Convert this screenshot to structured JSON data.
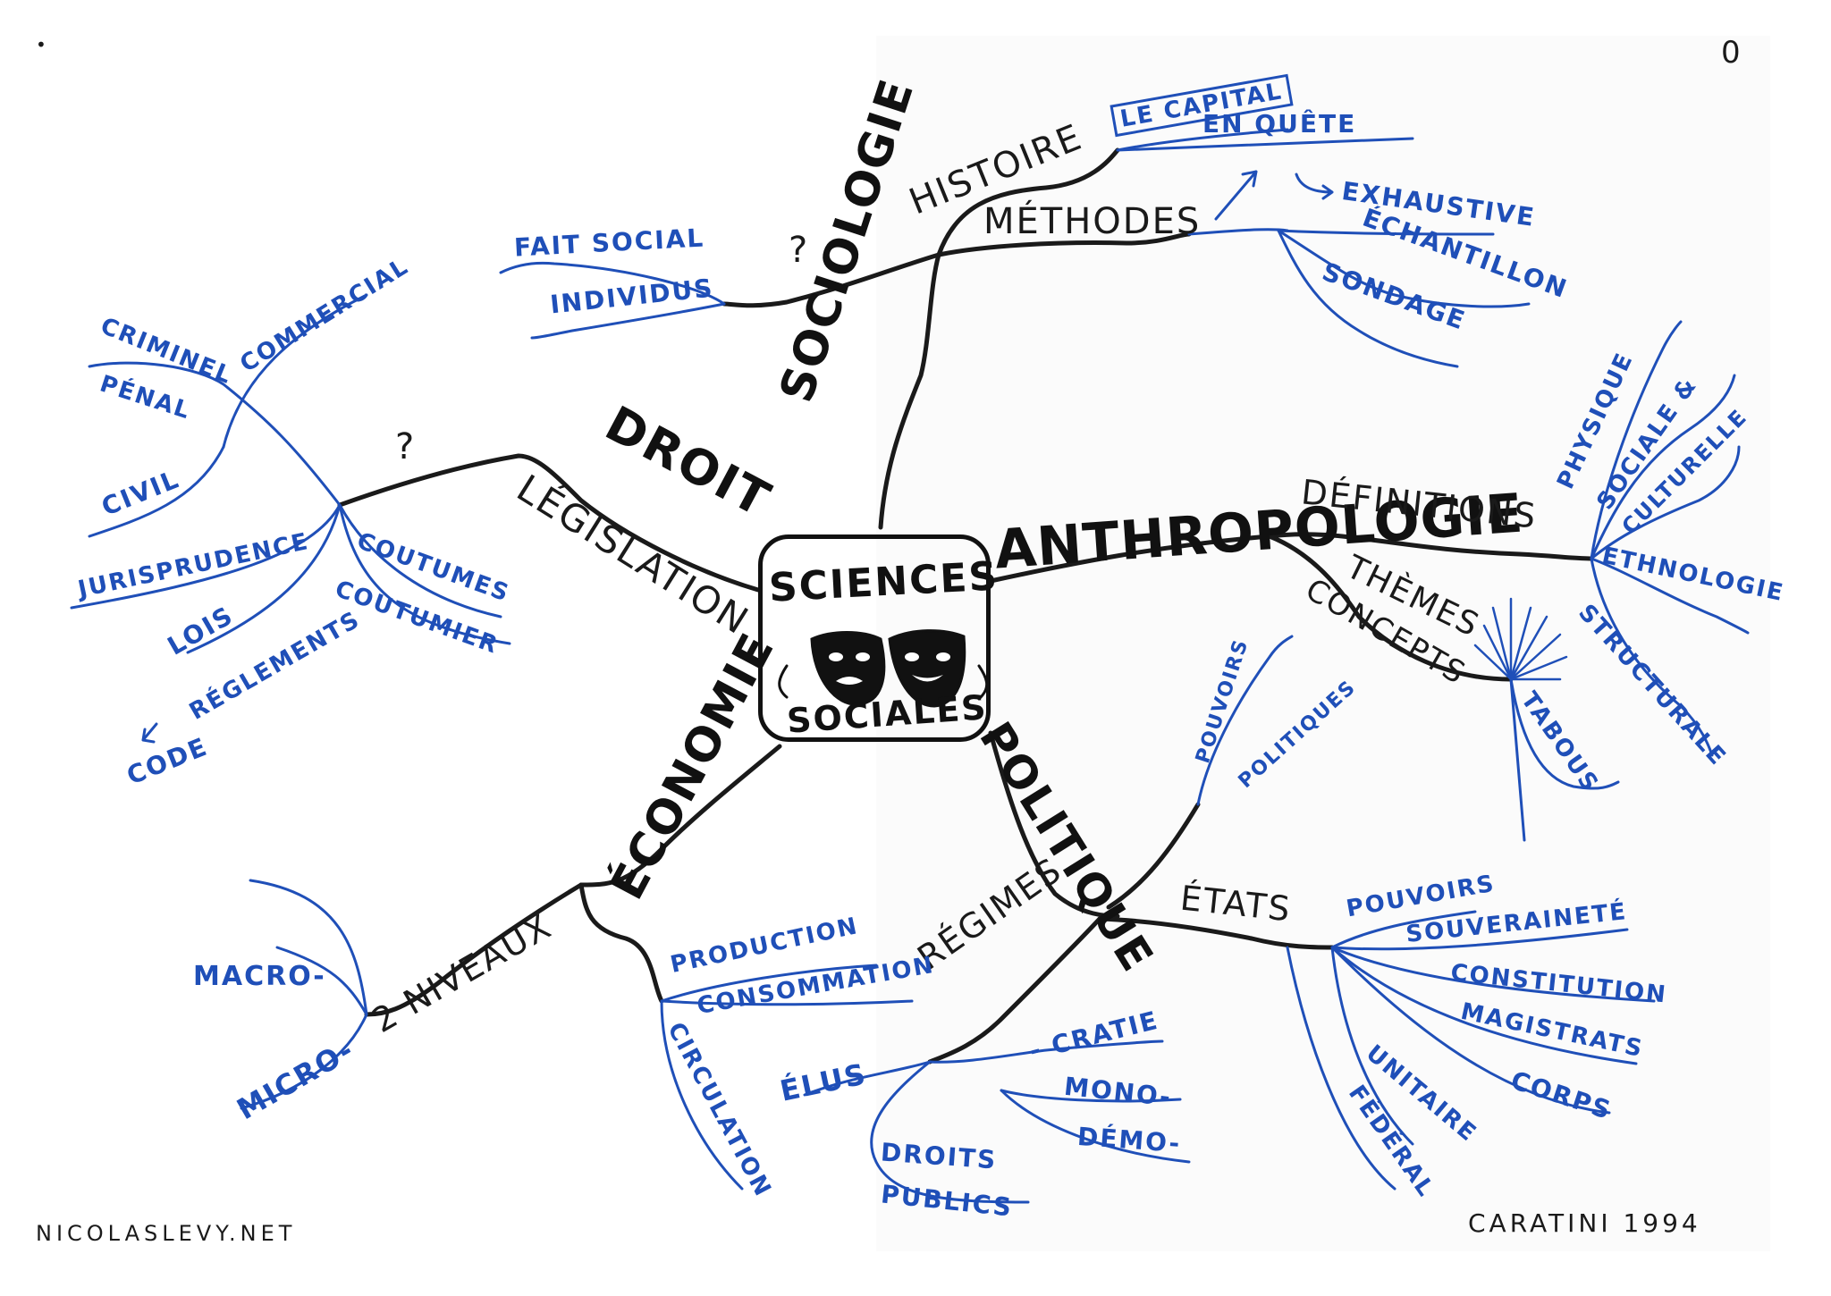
{
  "page_marker": "0",
  "center": {
    "line1": "SCIENCES",
    "line2": "SOCIALES"
  },
  "branches": {
    "sociologie": "SOCIOLOGIE",
    "anthropologie": "ANTHROPOLOGIE",
    "politique": "POLITIQUE",
    "economie": "ÉCONOMIE",
    "droit": "DROIT",
    "legislation": "LÉGISLATION"
  },
  "sociologie": {
    "histoire": "HISTOIRE",
    "methodes": "MÉTHODES",
    "question": "?",
    "le_capital": "LE CAPITAL",
    "enquete": "EN QUÊTE",
    "exhaustive": "EXHAUSTIVE",
    "echantillon": "ÉCHANTILLON",
    "sondage": "SONDAGE",
    "fait_social": "FAIT SOCIAL",
    "individus": "INDIVIDUS"
  },
  "droit": {
    "question": "?",
    "criminel": "CRIMINEL",
    "penal": "PÉNAL",
    "commercial": "COMMERCIAL",
    "civil": "CIVIL",
    "jurisprudence": "JURISPRUDENCE",
    "coutumes": "COUTUMES",
    "coutumier": "COUTUMIER",
    "lois": "LOIS",
    "reglements": "RÉGLEMENTS",
    "code": "CODE"
  },
  "anthropologie": {
    "definitions": "DÉFINITIONS",
    "themes": "THÈMES",
    "concepts": "CONCEPTS",
    "physique": "PHYSIQUE",
    "sociale": "SOCIALE &",
    "culturelle": "CULTURELLE",
    "ethnologie": "ETHNOLOGIE",
    "structurale": "STRUCTURALE",
    "tabous": "TABOUS"
  },
  "politique": {
    "etats": "ÉTATS",
    "regimes": "RÉGIMES",
    "pouvoirs": "POUVOIRS",
    "souverainete": "SOUVERAINETÉ",
    "constitution": "CONSTITUTION",
    "magistrats": "MAGISTRATS",
    "corps": "CORPS",
    "unitaire": "UNITAIRE",
    "federal": "FÉDÉRAL",
    "pouvoirs_politiques": "POUVOIRS",
    "politiques": "POLITIQUES",
    "cratie": "- CRATIE",
    "mono": "MONO-",
    "demo": "DÉMO-",
    "elus": "ÉLUS",
    "droits": "DROITS",
    "publics": "PUBLICS"
  },
  "economie": {
    "deux_niveaux": "2 NIVEAUX",
    "macro": "MACRO-",
    "micro": "MICRO-",
    "production": "PRODUCTION",
    "consommation": "CONSOMMATION",
    "circulation": "CIRCULATION"
  },
  "footer": {
    "website": "NICOLASLEVY.NET",
    "credit": "CARATINI 1994"
  },
  "colors": {
    "ink_black": "#1a1a1a",
    "ink_blue": "#1f4fb8"
  }
}
